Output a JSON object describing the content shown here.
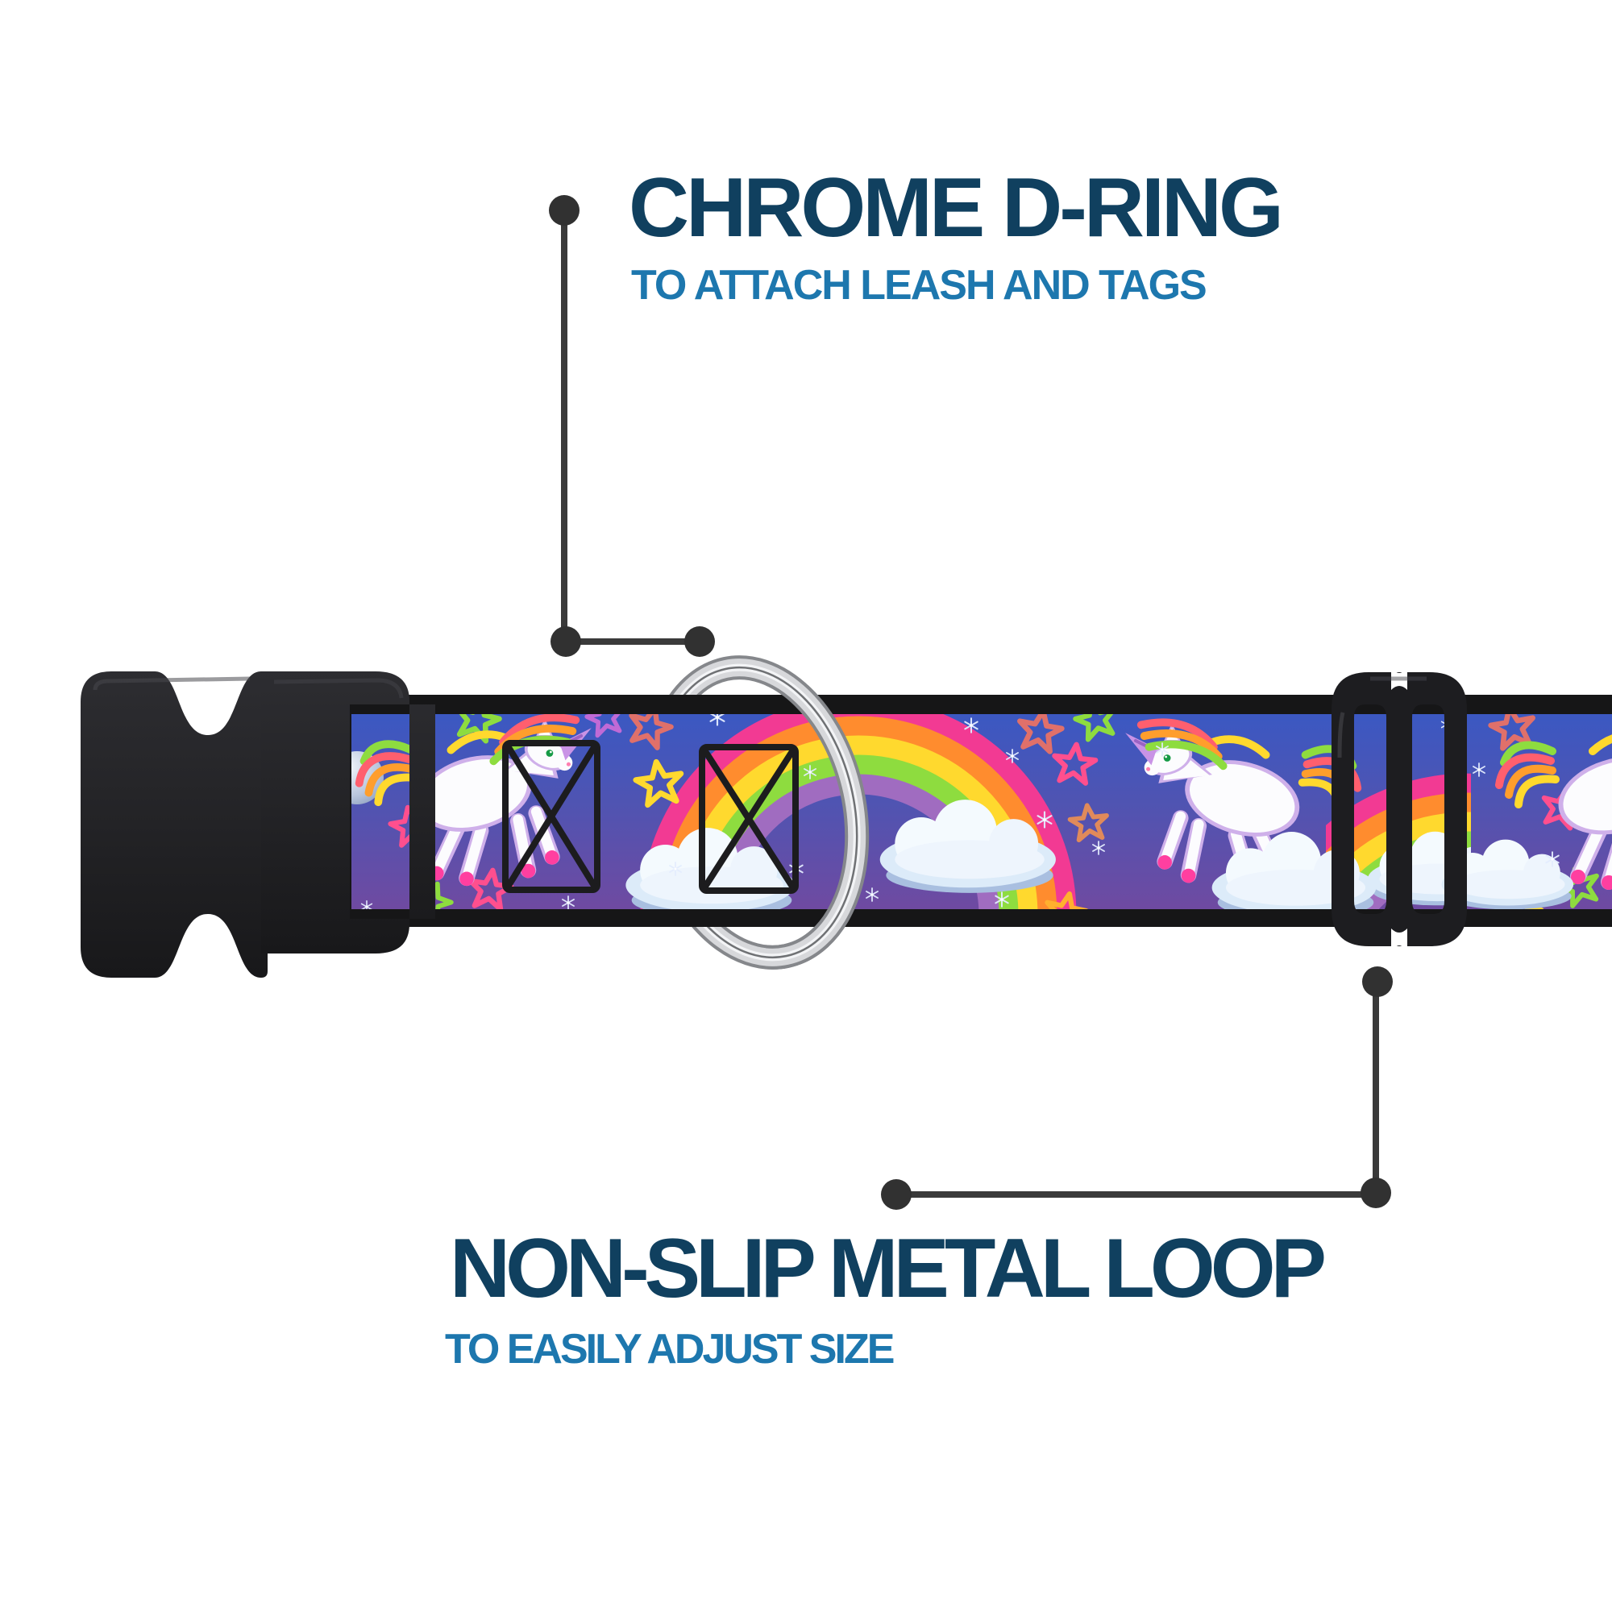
{
  "page": {
    "background": "#ffffff",
    "kind": "product-feature-callout-diagram",
    "product": "dog collar"
  },
  "callouts": {
    "top": {
      "title": "CHROME D-RING",
      "subtitle": "TO ATTACH LEASH AND TAGS"
    },
    "bottom": {
      "title": "NON-SLIP METAL LOOP",
      "subtitle": "TO EASILY ADJUST SIZE"
    }
  },
  "collar_parts": {
    "buckle": "black plastic side-release buckle",
    "d_ring": "chrome D-ring",
    "slider": "black metal tri-glide loop",
    "webbing_pattern": "white unicorns, rainbows, clouds, outlined stars, sparkles on blue-to-purple sky"
  },
  "colors": {
    "title_text": "#10405f",
    "subtitle_text": "#1d77ae",
    "connector": "#363636",
    "buckle_black": "#202023",
    "strap_border_black": "#161617",
    "webbing_blue_top": "#3b58c2",
    "webbing_purple_bottom": "#6f4aa1",
    "chrome_silver": "#d7d8db",
    "rainbow": [
      "#f23a93",
      "#ff8c2e",
      "#ffd92e",
      "#8edc3f",
      "#a06cc0"
    ],
    "hoof_pink": "#ff3fa0",
    "cloud": "#eef5fd"
  }
}
